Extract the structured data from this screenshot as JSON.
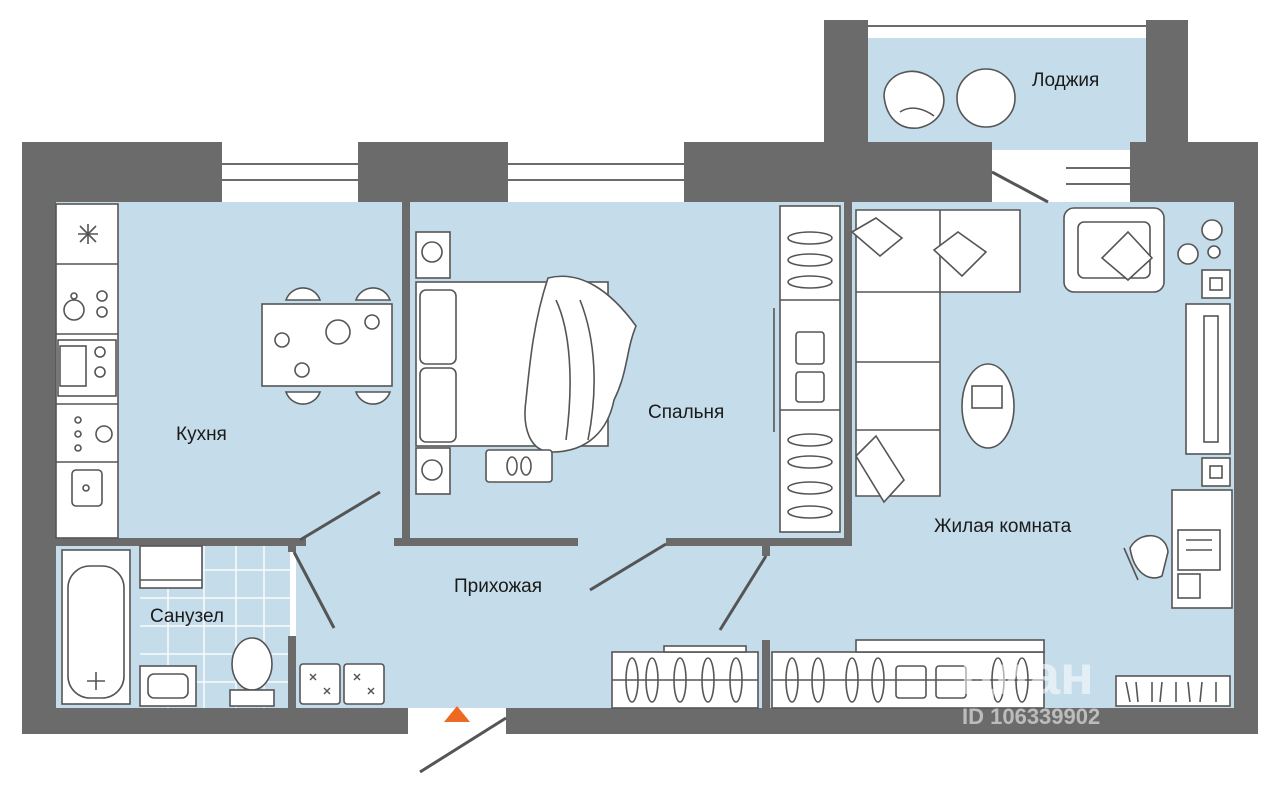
{
  "rooms": {
    "kitchen": "Кухня",
    "bedroom": "Спальня",
    "living": "Жилая комната",
    "hallway": "Прихожая",
    "bathroom": "Санузел",
    "loggia": "Лоджия"
  },
  "watermark": {
    "brand": "циан",
    "id_text": "ID 106339902"
  },
  "colors": {
    "wall": "#6b6b6b",
    "floor": "#c5dcea",
    "window": "#ffffff",
    "entrance_marker": "#ee6a22"
  },
  "icons": {
    "entrance": "entrance-triangle-icon"
  }
}
